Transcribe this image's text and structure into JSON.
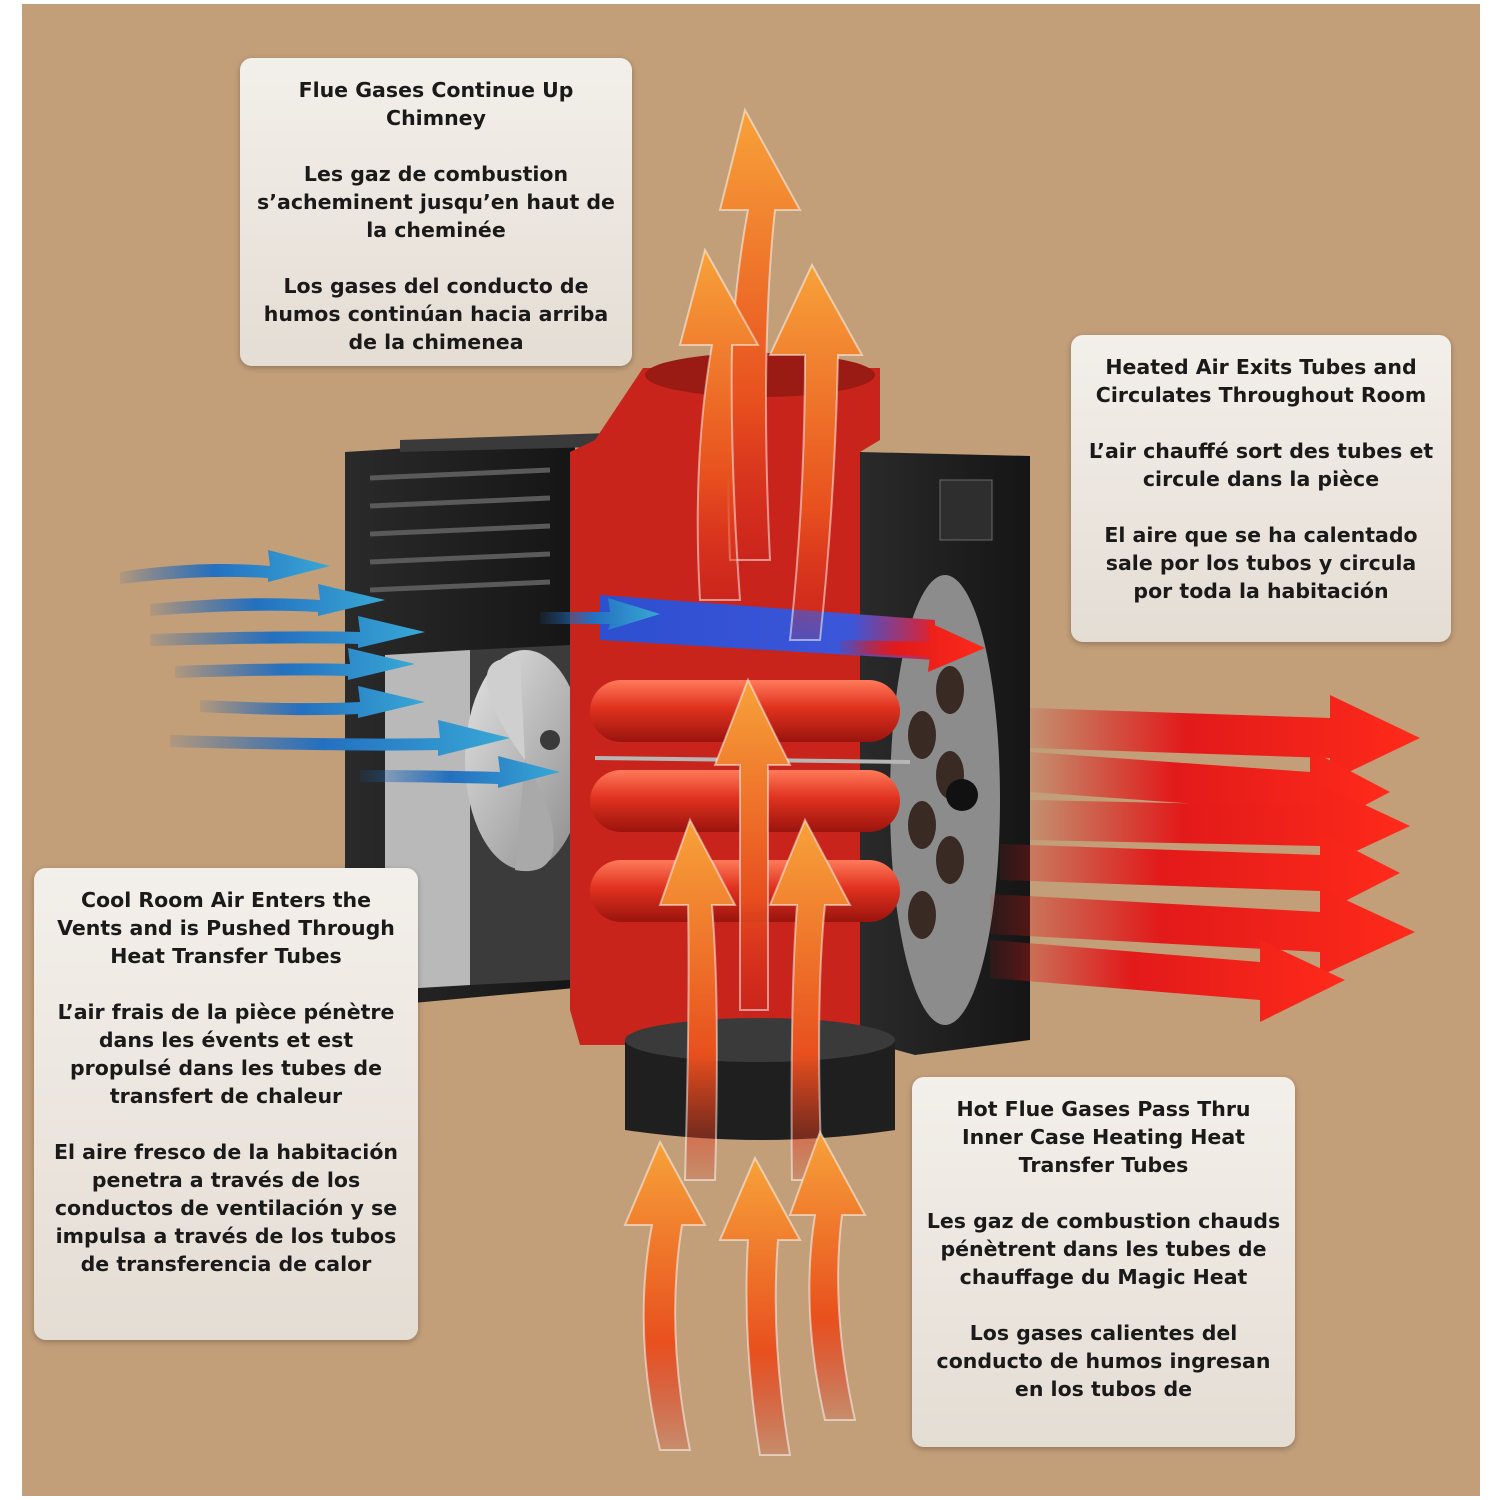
{
  "diagram": {
    "colors": {
      "background": "#c29e79",
      "cool_air": "#2a86c8",
      "heated_air": "#e01a1a",
      "flue_gas": "#f08a1e",
      "heater_red": "#d4281e",
      "case_black": "#1b1b1b"
    },
    "icons": [
      "flue-gas-arrow",
      "cool-air-arrow",
      "heated-air-arrow",
      "fan-icon"
    ],
    "callouts": {
      "flue_gases": {
        "en": "Flue Gases Continue Up Chimney",
        "fr": "Les gaz de combustion s’acheminent jusqu’en haut de la cheminée",
        "es": "Los gases del conducto de humos continúan hacia arriba de la chimenea"
      },
      "heated_air": {
        "en": "Heated Air Exits Tubes and Circulates Throughout Room",
        "fr": "L’air chauffé sort des tubes et circule dans la pièce",
        "es": "El aire que se ha calentado sale por los tubos y circula por toda la habitación"
      },
      "cool_air": {
        "en": "Cool Room Air Enters the Vents and is Pushed Through Heat Transfer Tubes",
        "fr": "L’air frais de la pièce pénètre dans les évents et est propulsé dans les tubes de transfert de chaleur",
        "es": "El aire fresco de la habitación penetra a través de los conductos de ventilación y se impulsa a través de los tubos de transferencia de calor"
      },
      "hot_flue": {
        "en": "Hot Flue Gases Pass Thru Inner Case Heating Heat Transfer Tubes",
        "fr": "Les gaz de combustion chauds pénètrent dans les tubes de chauffage du Magic Heat",
        "es": "Los gases calientes del conducto de humos ingresan en los tubos de"
      }
    }
  }
}
